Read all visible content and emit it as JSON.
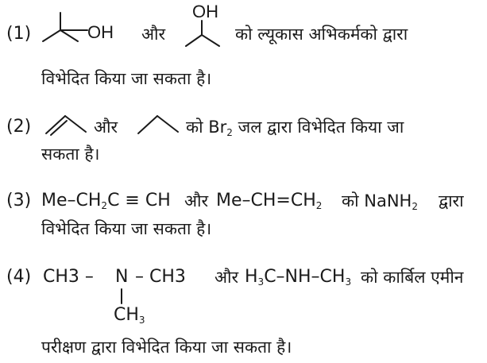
{
  "options": [
    {
      "number": "(1)",
      "mol_a_label": "OH",
      "conj": "और",
      "mol_b_label": "OH",
      "line1_rest": "को ल्यूकास अभिकर्मको द्वारा",
      "line2": "विभेदित किया जा सकता है।"
    },
    {
      "number": "(2)",
      "conj": "और",
      "rest_pre": "को Br",
      "rest_sub": "2",
      "rest_post": " जल द्वारा विभेदित किया जा",
      "line2": "सकता है।"
    },
    {
      "number": "(3)",
      "f1_pre": "Me–CH",
      "f1_sub": "2",
      "f1_post": "C ≡ CH",
      "conj": "और",
      "f2_pre": "Me–CH=CH",
      "f2_sub": "2",
      "mid": "को NaNH",
      "mid_sub": "2",
      "tail": "द्वारा",
      "line2": "विभेदित किया जा सकता है।"
    },
    {
      "number": "(4)",
      "f1_ch3_left": "CH3 –",
      "f1_n": "N",
      "f1_ch3_right": "– CH3",
      "f1_ch3_bottom_pre": "CH",
      "f1_ch3_bottom_sub": "3",
      "conj": "और",
      "f2_pre": "H",
      "f2_sub1": "3",
      "f2_mid": "C–NH–CH",
      "f2_sub2": "3",
      "rest": "को कार्बिल एमीन",
      "line2": "परीक्षण द्वारा विभेदित किया जा सकता है।"
    }
  ]
}
